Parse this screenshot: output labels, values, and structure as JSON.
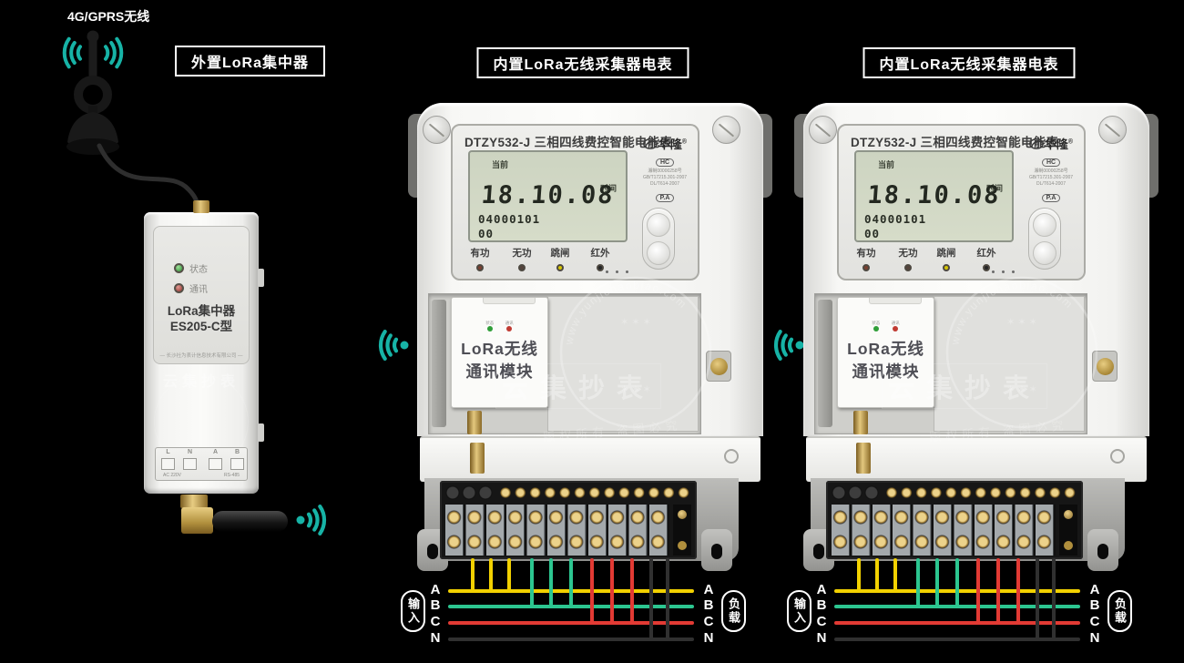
{
  "colors": {
    "wireless_teal": "#17b3a6",
    "phase_a_yellow": "#f2d100",
    "phase_b_green": "#2cc690",
    "phase_c_red": "#e23a34",
    "phase_n_black": "#303030"
  },
  "header": {
    "gprs_label": "4G/GPRS无线"
  },
  "section_labels": {
    "concentrator": "外置LoRa集中器",
    "meter": "内置LoRa无线采集器电表"
  },
  "concentrator": {
    "status_led_label": "状态",
    "comm_led_label": "通讯",
    "model_line1": "LoRa集中器",
    "model_line2": "ES205-C型",
    "company_line": "— 长沙社为表计信息技术有限公司 —",
    "terminal_labels": [
      "L",
      "N",
      "A",
      "B"
    ],
    "power_rating": "AC 220V",
    "port_label": "RS-485",
    "watermark": "云集抄表"
  },
  "meter": {
    "title": "DTZY532-J 三相四线费控智能电能表",
    "lcd": {
      "mode_label": "当前",
      "time_label": "时间",
      "main_value": "18.10.08",
      "sub_value1": "04000101",
      "sub_value2": "00"
    },
    "brand": {
      "name": "华隆",
      "reg_mark": "®",
      "badge_top": "HC",
      "cert_line1": "湘制00000258号",
      "cert_line2": "GB/T17215.301-2007",
      "cert_line3": "DL/T614-2007",
      "badge_bottom": "P.A"
    },
    "indicator_labels": [
      "有功",
      "无功",
      "跳闸",
      "红外"
    ],
    "module": {
      "led1_label": "状态",
      "led2_label": "通讯",
      "line1": "LoRa无线",
      "line2": "通讯模块"
    },
    "watermarks": {
      "url": "www.yunjichaobiao.com",
      "stars": "✶  ✶  ✶",
      "brand": "云集抄表",
      "notice": "版权所有  盗图必究"
    }
  },
  "wiring": {
    "input_label": "输入",
    "load_label": "负载",
    "phases": [
      "A",
      "B",
      "C",
      "N"
    ]
  }
}
